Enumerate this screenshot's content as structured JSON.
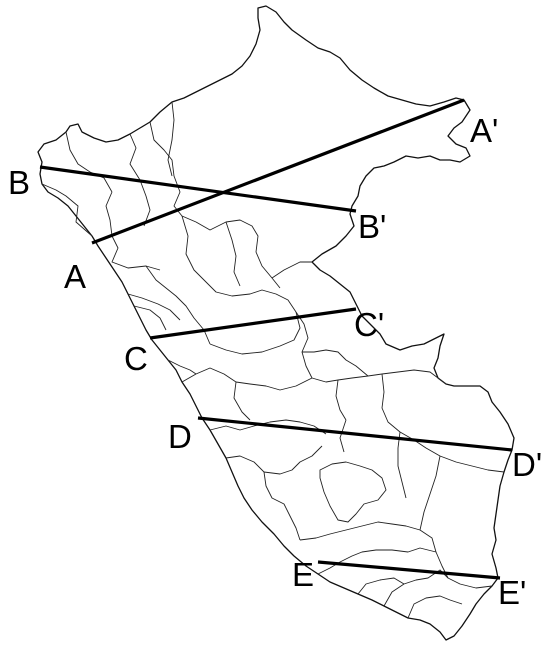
{
  "map": {
    "sections": [
      {
        "id": "A",
        "start_label": "A",
        "end_label": "A'"
      },
      {
        "id": "B",
        "start_label": "B",
        "end_label": "B'"
      },
      {
        "id": "C",
        "start_label": "C",
        "end_label": "C'"
      },
      {
        "id": "D",
        "start_label": "D",
        "end_label": "D'"
      },
      {
        "id": "E",
        "start_label": "E",
        "end_label": "E'"
      }
    ]
  }
}
